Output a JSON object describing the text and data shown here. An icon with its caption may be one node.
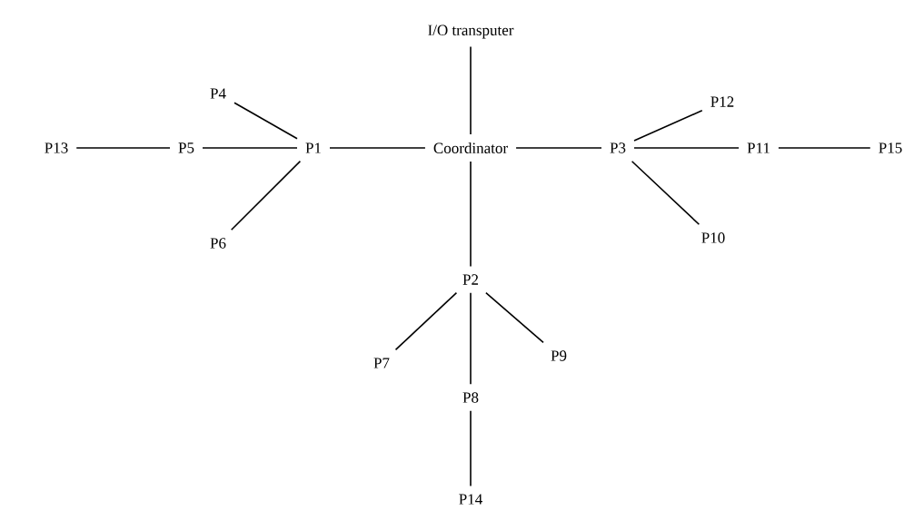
{
  "diagram": {
    "nodes": [
      {
        "text": [
          "I/O transputer"
        ]
      },
      {
        "text": [
          "P4"
        ]
      },
      {
        "text": [
          "P12"
        ]
      },
      {
        "text": [
          "P13"
        ]
      },
      {
        "text": [
          "P5"
        ]
      },
      {
        "text": [
          "P1"
        ]
      },
      {
        "text": [
          "Coordinator"
        ]
      },
      {
        "text": [
          "P3"
        ]
      },
      {
        "text": [
          "P11"
        ]
      },
      {
        "text": [
          "P15"
        ]
      },
      {
        "text": [
          "P6"
        ]
      },
      {
        "text": [
          "P10"
        ]
      },
      {
        "text": [
          "P2"
        ]
      },
      {
        "text": [
          "P7"
        ]
      },
      {
        "text": [
          "P9"
        ]
      },
      {
        "text": [
          "P8"
        ]
      },
      {
        "text": [
          "P14"
        ]
      }
    ],
    "edges": [
      {
        "from": 6,
        "to": 0,
        "arrow": "none"
      },
      {
        "from": 6,
        "to": 5,
        "arrow": "none"
      },
      {
        "from": 6,
        "to": 7,
        "arrow": "none"
      },
      {
        "from": 6,
        "to": 12,
        "arrow": "none"
      },
      {
        "from": 5,
        "to": 1,
        "arrow": "none"
      },
      {
        "from": 5,
        "to": 4,
        "arrow": "none"
      },
      {
        "from": 5,
        "to": 10,
        "arrow": "none"
      },
      {
        "from": 4,
        "to": 3,
        "arrow": "none"
      },
      {
        "from": 7,
        "to": 2,
        "arrow": "none"
      },
      {
        "from": 7,
        "to": 8,
        "arrow": "none"
      },
      {
        "from": 7,
        "to": 11,
        "arrow": "none"
      },
      {
        "from": 8,
        "to": 9,
        "arrow": "none"
      },
      {
        "from": 12,
        "to": 13,
        "arrow": "none"
      },
      {
        "from": 12,
        "to": 14,
        "arrow": "none"
      },
      {
        "from": 12,
        "to": 15,
        "arrow": "none"
      },
      {
        "from": 15,
        "to": 16,
        "arrow": "none"
      }
    ]
  }
}
